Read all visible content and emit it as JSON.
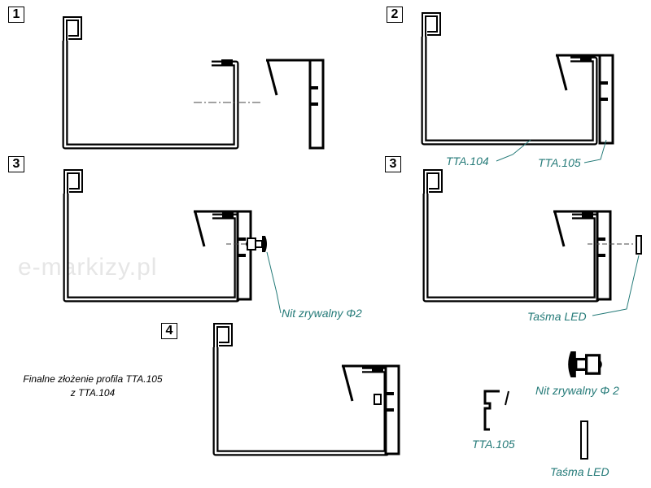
{
  "watermark": "e-markizy.pl",
  "steps": [
    "1",
    "2",
    "3",
    "3",
    "4"
  ],
  "labels": {
    "tta104": "TTA.104",
    "tta105": "TTA.105",
    "rivet_step3": "Nit zrywalny Φ2",
    "led_step3": "Taśma LED",
    "rivet_part": "Nit zrywalny Φ 2",
    "tta105_part": "TTA.105",
    "led_part": "Taśma LED"
  },
  "caption": {
    "line1": "Finalne złożenie profila TTA.105",
    "line2": "z TTA.104"
  },
  "colors": {
    "annotation": "#247a78",
    "line": "#000000"
  }
}
